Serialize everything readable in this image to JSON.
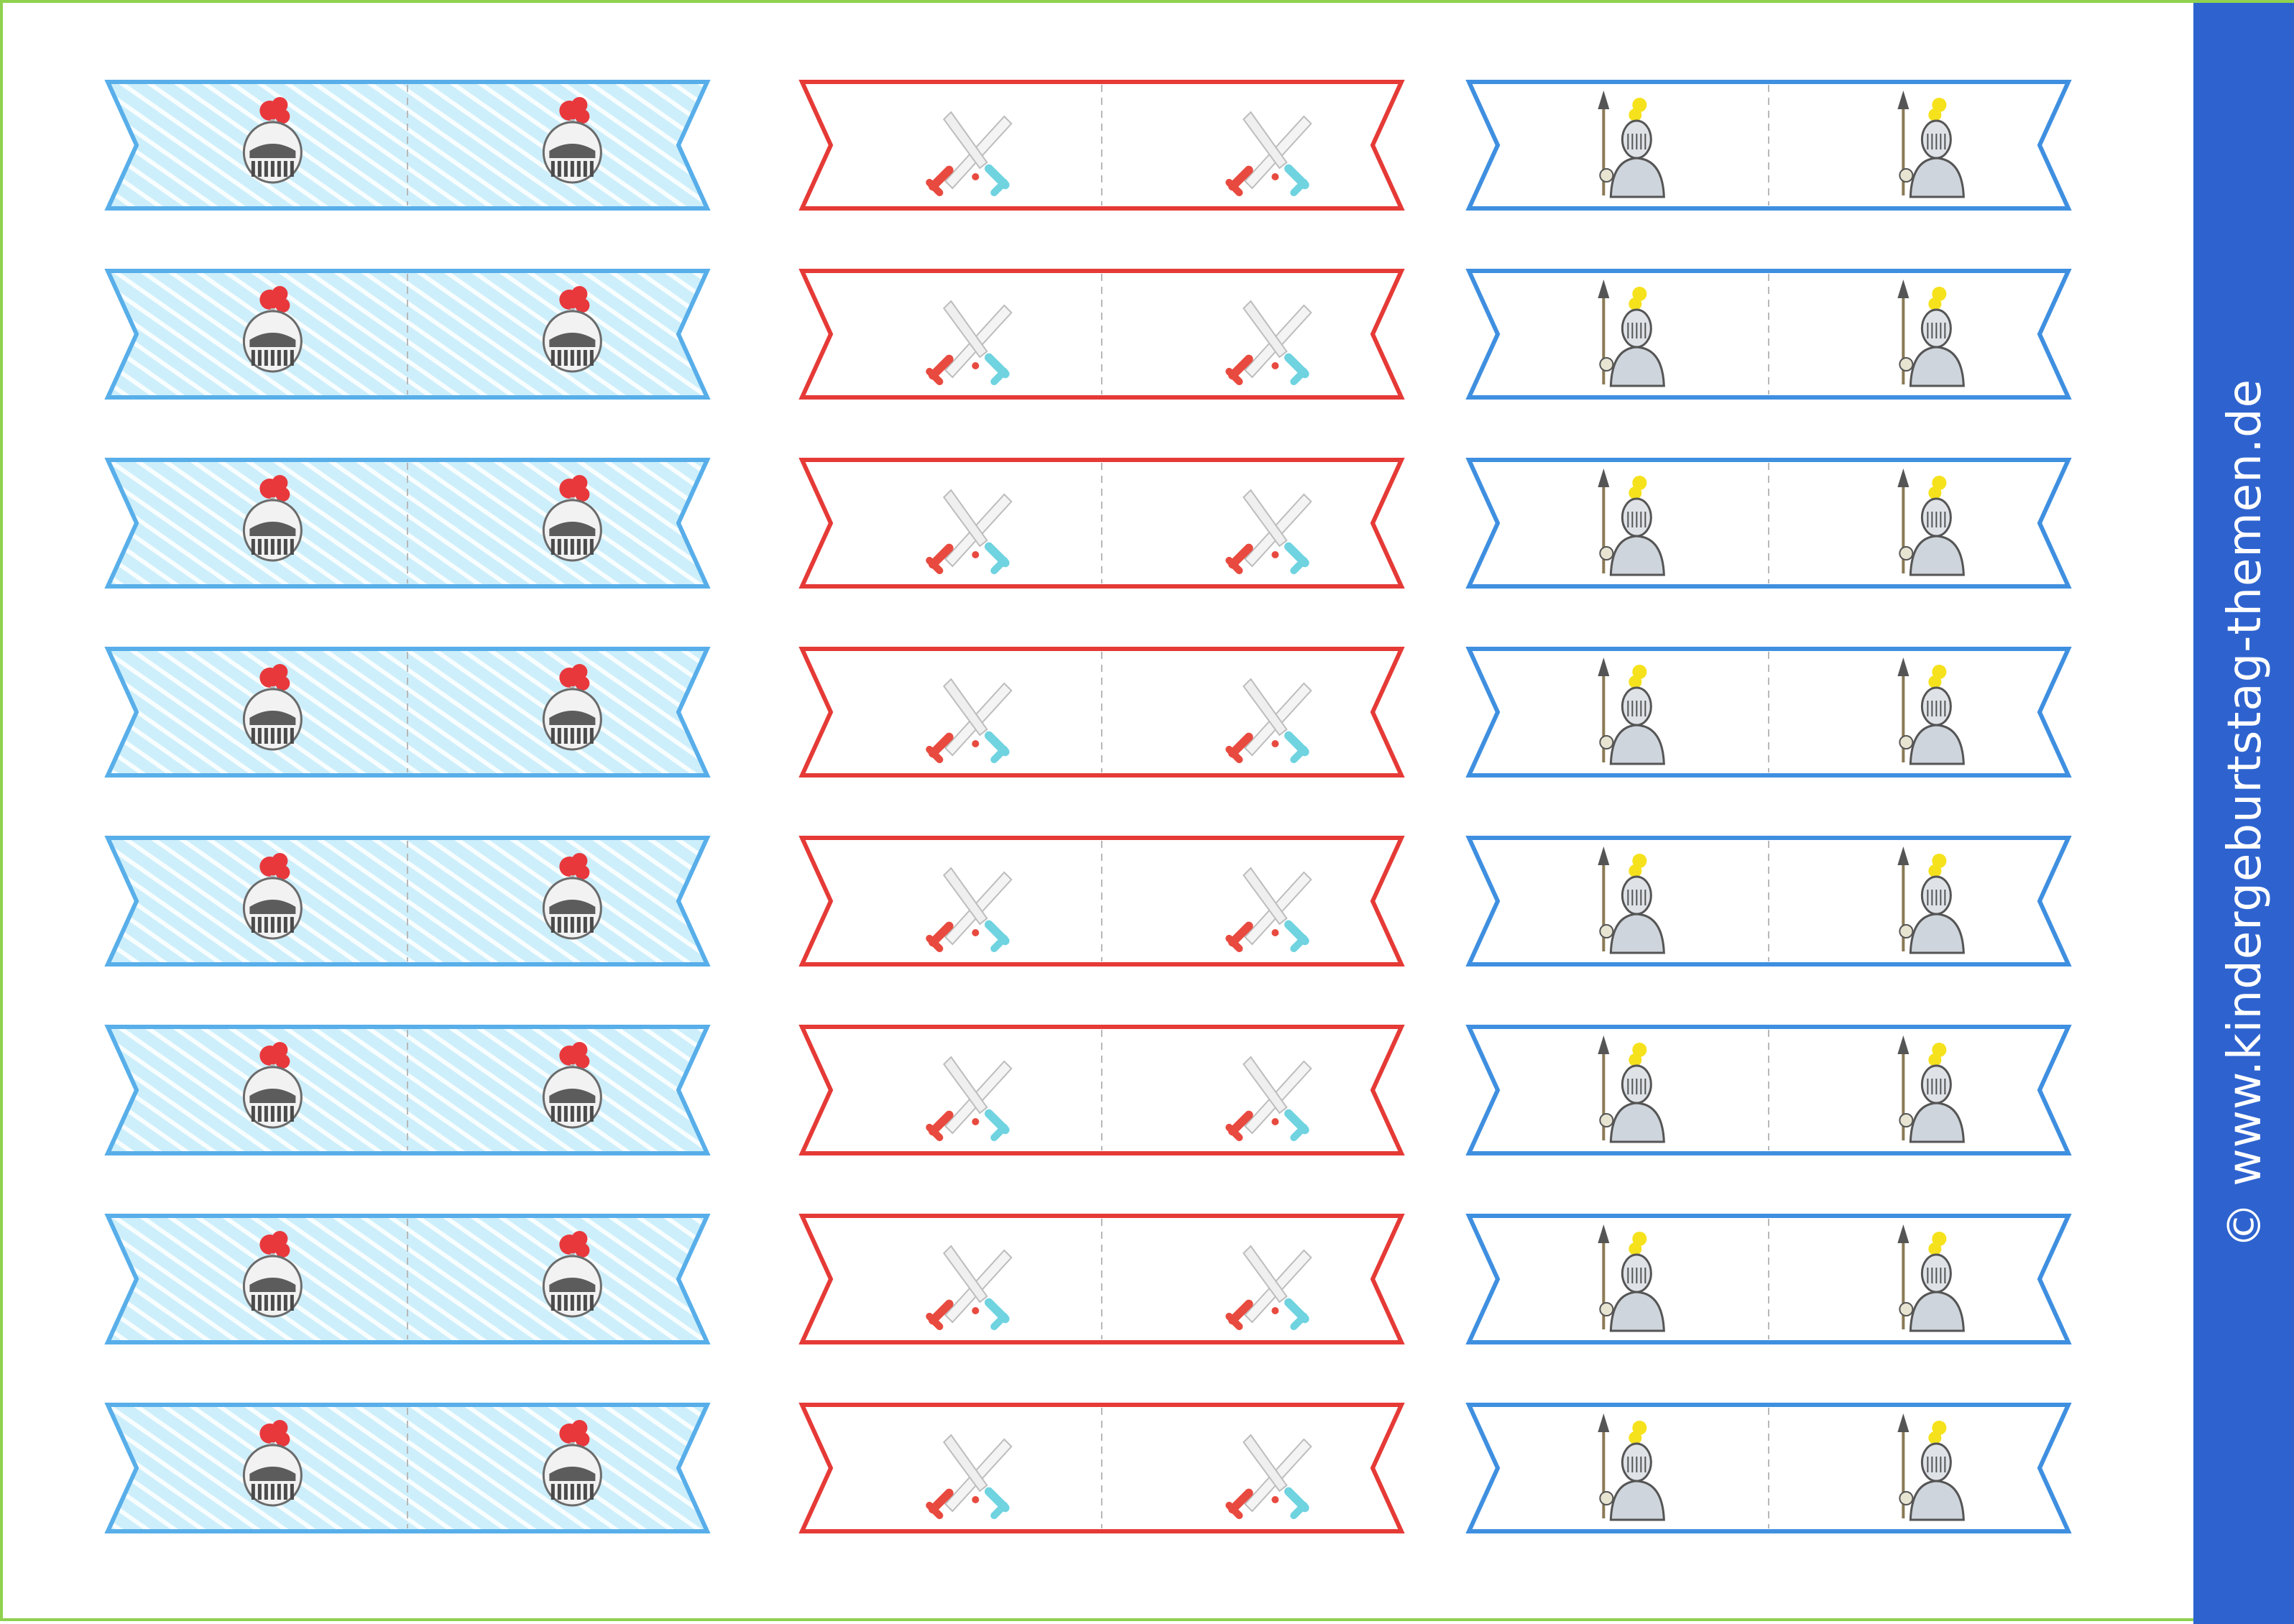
{
  "sheet": {
    "copyright": "© www.kindergeburtstag-themen.de",
    "rows_per_column": 8,
    "motifs_per_strip": 2
  },
  "columns": [
    {
      "name": "helmet",
      "fill": "#cdeffb",
      "stripe": "#ffffff",
      "border": "#58aee9",
      "motif": "knight-helmet-icon"
    },
    {
      "name": "swords",
      "fill": "#ffffff",
      "stripe": null,
      "border": "#e53a36",
      "motif": "crossed-swords-icon"
    },
    {
      "name": "knight",
      "fill": "#ffffff",
      "stripe": null,
      "border": "#3f8fe0",
      "motif": "knight-with-spear-icon"
    }
  ],
  "colors": {
    "page_border": "#8fd14f",
    "sidebar": "#2e63cf",
    "fold_line": "#b8b8b8",
    "helmet_plume": "#e8383c",
    "knight_plume": "#f5e21c",
    "sword_hilt_red": "#e84a3f",
    "sword_hilt_cyan": "#6fd3e0"
  }
}
